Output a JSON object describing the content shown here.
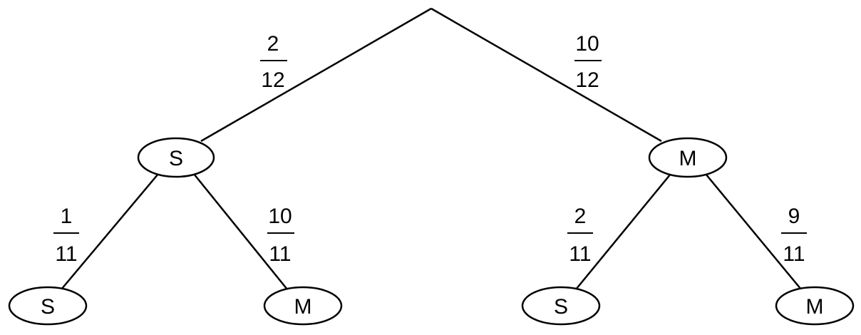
{
  "tree": {
    "level1": {
      "left": {
        "label": "S",
        "probability": {
          "numerator": "2",
          "denominator": "12"
        }
      },
      "right": {
        "label": "M",
        "probability": {
          "numerator": "10",
          "denominator": "12"
        }
      }
    },
    "level2": {
      "left_left": {
        "label": "S",
        "probability": {
          "numerator": "1",
          "denominator": "11"
        }
      },
      "left_right": {
        "label": "M",
        "probability": {
          "numerator": "10",
          "denominator": "11"
        }
      },
      "right_left": {
        "label": "S",
        "probability": {
          "numerator": "2",
          "denominator": "11"
        }
      },
      "right_right": {
        "label": "M",
        "probability": {
          "numerator": "9",
          "denominator": "11"
        }
      }
    }
  }
}
